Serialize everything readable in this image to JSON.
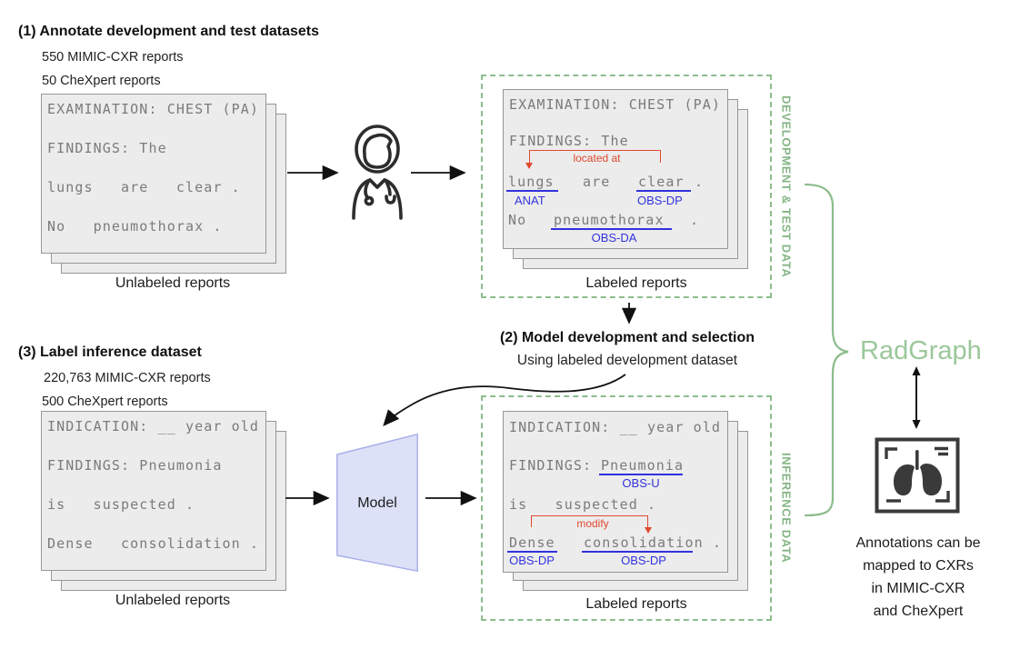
{
  "colors": {
    "green": "#8dbd8d",
    "blue": "#3232dd",
    "red": "#e0492e"
  },
  "step1": {
    "title": "(1) Annotate development and test datasets",
    "count1": "550 MIMIC-CXR reports",
    "count2": "50 CheXpert reports",
    "stack_caption": "Unlabeled reports"
  },
  "step2": {
    "title": "(2) Model development and selection",
    "subtitle": "Using labeled development dataset"
  },
  "step3": {
    "title": "(3) Label inference dataset",
    "count1": "220,763 MIMIC-CXR reports",
    "count2": "500 CheXpert reports",
    "stack_caption": "Unlabeled reports"
  },
  "dev_box": {
    "side_label": "DEVELOPMENT & TEST DATA",
    "caption": "Labeled reports"
  },
  "inf_box": {
    "side_label": "INFERENCE DATA",
    "caption": "Labeled reports"
  },
  "unlabeled_report_top": {
    "line1": "EXAMINATION: CHEST (PA)",
    "line2": "FINDINGS: The",
    "line3": "lungs   are   clear .",
    "line4": "No   pneumothorax ."
  },
  "labeled_report_top": {
    "line1": "EXAMINATION: CHEST (PA)",
    "line2": "FINDINGS: The",
    "relation": "located at",
    "w_lungs": "lungs",
    "w_are": "are",
    "w_clear": "clear",
    "w_dot": ".",
    "tag_lungs": "ANAT",
    "tag_clear": "OBS-DP",
    "w_no": "No",
    "w_pneumothorax": "pneumothorax",
    "tag_pneumothorax": "OBS-DA"
  },
  "unlabeled_report_bottom": {
    "line1": "INDICATION: __ year old",
    "line2": "FINDINGS: Pneumonia",
    "line3": "is   suspected .",
    "line4": "Dense   consolidation ."
  },
  "labeled_report_bottom": {
    "line1": "INDICATION: __ year old",
    "w_findings": "FINDINGS:",
    "w_pneumonia": "Pneumonia",
    "tag_pneumonia": "OBS-U",
    "line3": "is   suspected .",
    "relation": "modify",
    "w_dense": "Dense",
    "w_consolidation": "consolidation",
    "w_dot": ".",
    "tag_dense": "OBS-DP",
    "tag_consolidation": "OBS-DP"
  },
  "model": {
    "label": "Model"
  },
  "radgraph": {
    "title": "RadGraph",
    "caption": [
      "Annotations can be",
      "mapped to CXRs",
      "in MIMIC-CXR",
      "and CheXpert"
    ]
  }
}
